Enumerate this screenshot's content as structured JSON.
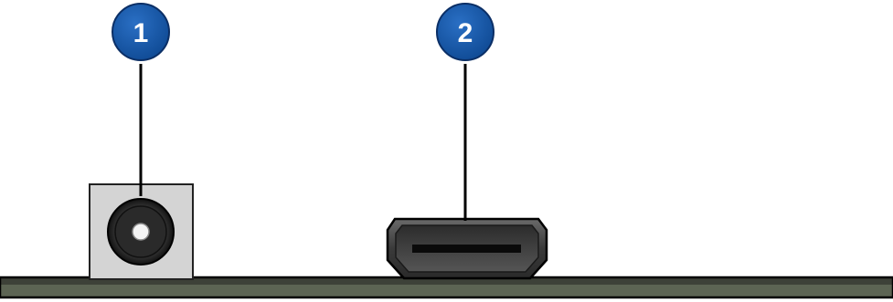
{
  "diagram": {
    "callouts": [
      {
        "number": "1",
        "target": "power-jack"
      },
      {
        "number": "2",
        "target": "hdmi-port"
      }
    ],
    "colors": {
      "callout_fill": "#1553a0",
      "callout_ring": "#0b2f66",
      "leader_line": "#000000",
      "board_top": "#3d4138",
      "board_body": "#5c6453",
      "jack_housing": "#d3d3d3",
      "port_shell": "#4a4a4a"
    }
  }
}
